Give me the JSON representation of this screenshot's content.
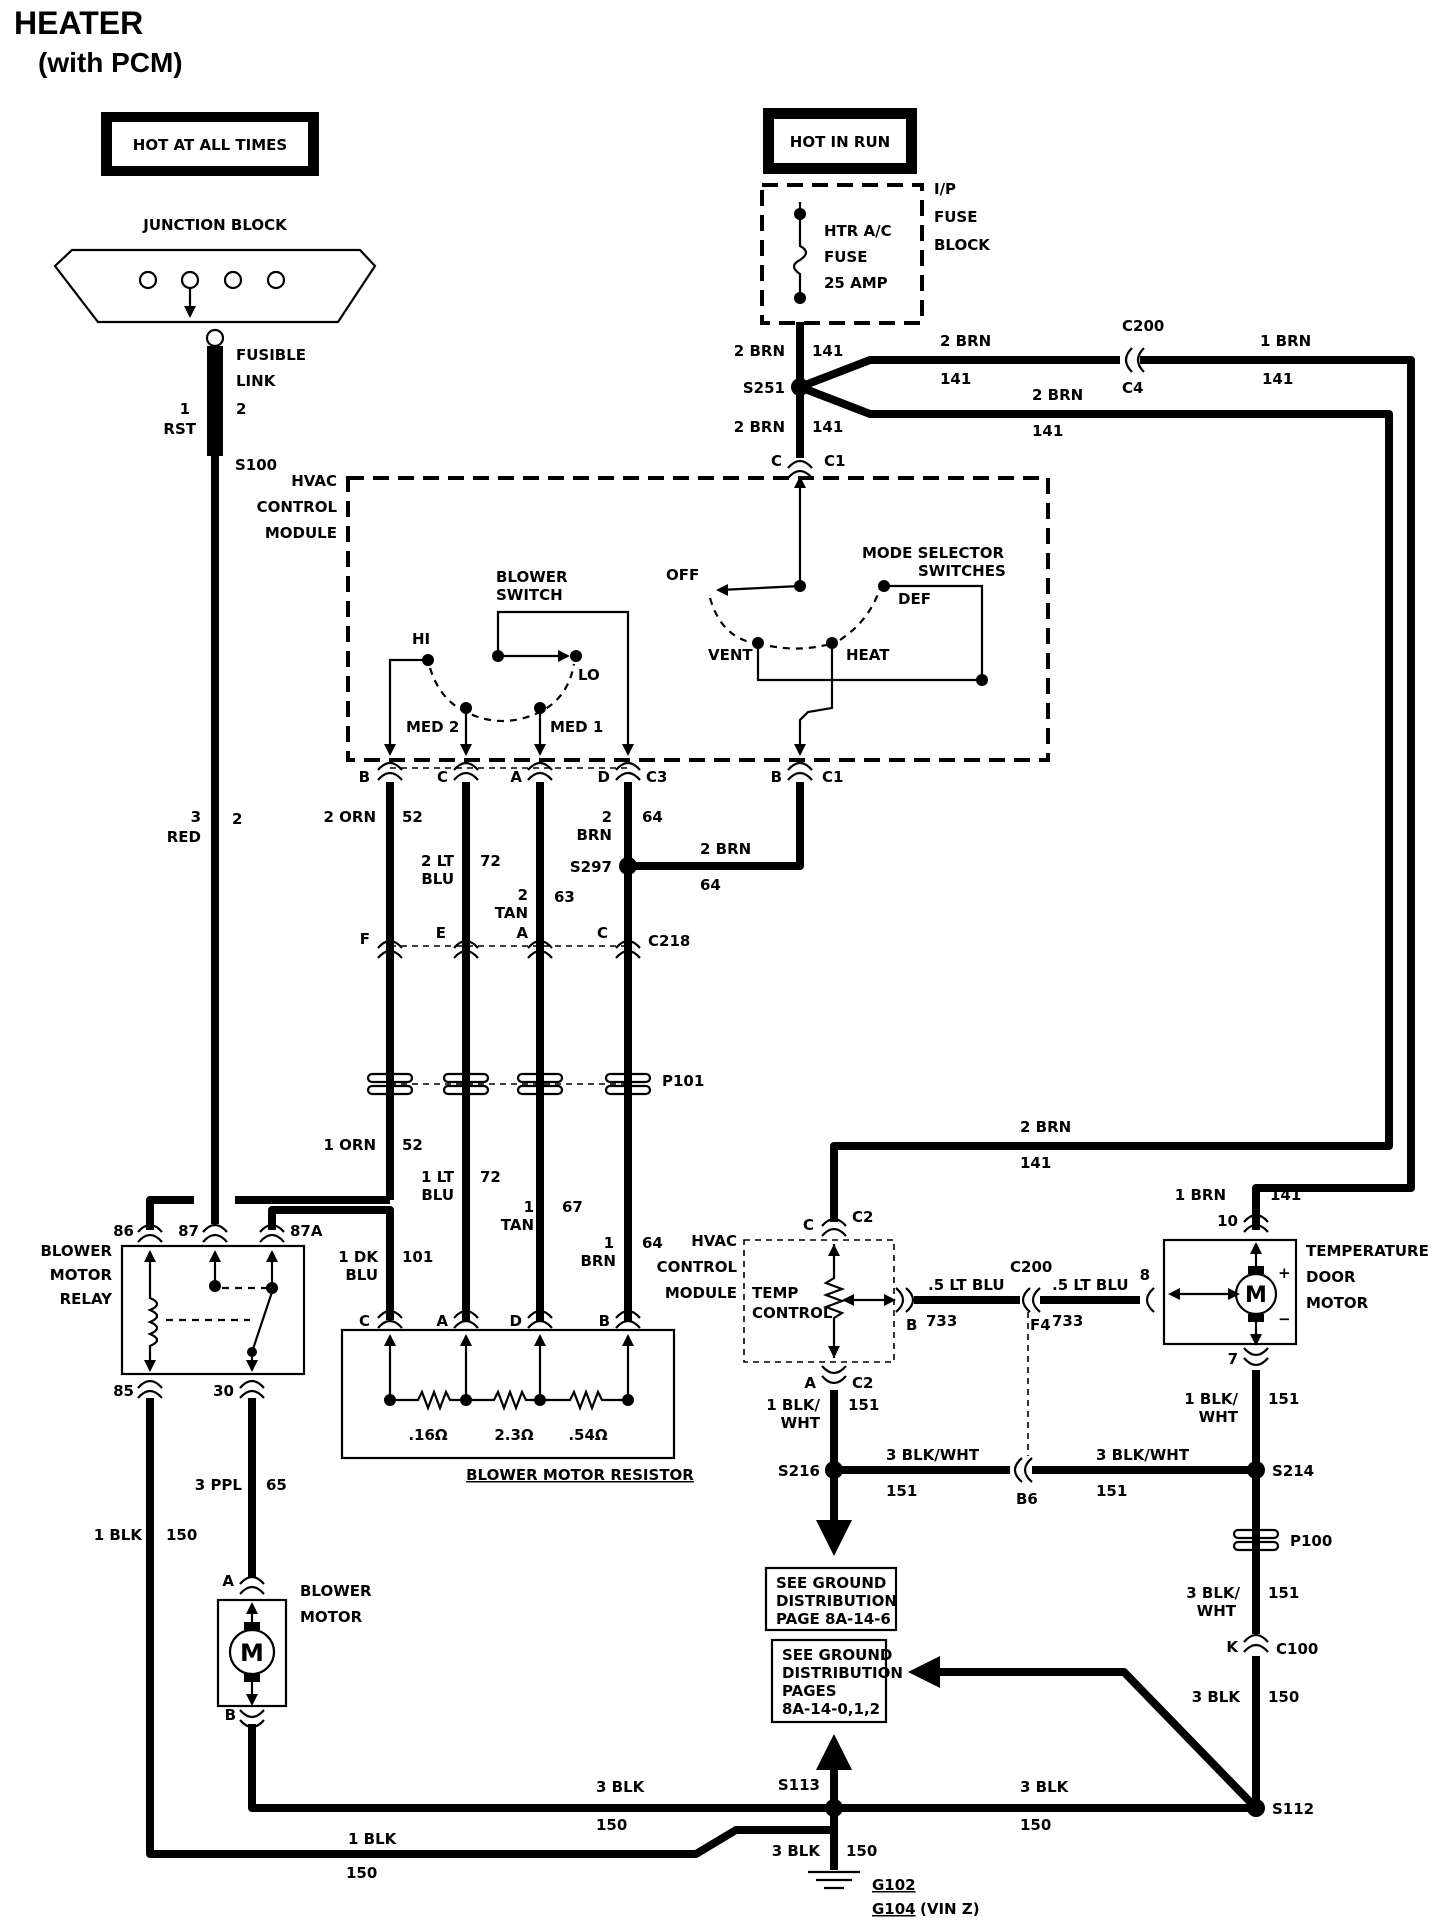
{
  "title": {
    "line1": "HEATER",
    "line2": "(with PCM)"
  },
  "power": {
    "hot_all_times": "HOT AT ALL TIMES",
    "hot_in_run": "HOT IN RUN"
  },
  "junction_block": "JUNCTION BLOCK",
  "fusible_link": [
    "FUSIBLE",
    "LINK"
  ],
  "fuse_block": {
    "label": [
      "I/P",
      "FUSE",
      "BLOCK"
    ],
    "fuse": [
      "HTR A/C",
      "FUSE",
      "25 AMP"
    ]
  },
  "splices": {
    "s100": "S100",
    "s251": "S251",
    "s297": "S297",
    "s216": "S216",
    "s214": "S214",
    "s113": "S113",
    "s112": "S112"
  },
  "connectors": {
    "c1": "C1",
    "c3": "C3",
    "c218": "C218",
    "p101": "P101",
    "c200": "C200",
    "c4": "C4",
    "c2": "C2",
    "f4": "F4",
    "b6": "B6",
    "p100": "P100",
    "c100": "C100"
  },
  "hvac_module": [
    "HVAC",
    "CONTROL",
    "MODULE"
  ],
  "blower_switch": {
    "title": [
      "BLOWER",
      "SWITCH"
    ],
    "positions": [
      "HI",
      "MED 2",
      "MED 1",
      "LO"
    ]
  },
  "mode_selector": {
    "title": [
      "MODE SELECTOR",
      "SWITCHES"
    ],
    "positions": [
      "OFF",
      "VENT",
      "HEAT",
      "DEF"
    ]
  },
  "blower_relay": {
    "title": [
      "BLOWER",
      "MOTOR",
      "RELAY"
    ],
    "pins": [
      "86",
      "87",
      "87A",
      "85",
      "30"
    ]
  },
  "blower_resistor": {
    "title": "BLOWER MOTOR RESISTOR",
    "values": [
      ".16Ω",
      "2.3Ω",
      ".54Ω"
    ]
  },
  "blower_motor": {
    "title": [
      "BLOWER",
      "MOTOR"
    ],
    "symbol": "M"
  },
  "temp_control": [
    "TEMP",
    "CONTROL"
  ],
  "temp_door_motor": {
    "title": [
      "TEMPERATURE",
      "DOOR",
      "MOTOR"
    ],
    "symbol": "M",
    "plus": "+",
    "minus": "−"
  },
  "ground_refs": {
    "page1": [
      "SEE GROUND",
      "DISTRIBUTION",
      "PAGE 8A-14-6"
    ],
    "page2": [
      "SEE GROUND",
      "DISTRIBUTION",
      "PAGES",
      "8A-14-0,1,2"
    ]
  },
  "grounds": {
    "g102": "G102",
    "g104": "G104",
    "vin": "(VIN Z)"
  },
  "pin_letters": {
    "c": "C",
    "b": "B",
    "a": "A",
    "d": "D",
    "f": "F",
    "e": "E",
    "k": "K",
    "n7": "7",
    "n8": "8",
    "n10": "10"
  },
  "wires": {
    "brn2": "2 BRN",
    "c141": "141",
    "brn1": "1 BRN",
    "rst1": [
      "1",
      "RST"
    ],
    "red3": [
      "3",
      "RED"
    ],
    "n2": "2",
    "orn2": "2 ORN",
    "c52": "52",
    "orn1": "1 ORN",
    "ltblu2": [
      "2 LT",
      "BLU"
    ],
    "c72": "72",
    "ltblu1": [
      "1 LT",
      "BLU"
    ],
    "tan2": [
      "2",
      "TAN"
    ],
    "c63": "63",
    "tan1": [
      "1",
      "TAN"
    ],
    "c67": "67",
    "brn2_64": [
      "2",
      "BRN"
    ],
    "c64": "64",
    "brn1_64": [
      "1",
      "BRN"
    ],
    "dkblu1": [
      "1 DK",
      "BLU"
    ],
    "c101": "101",
    "ltblu05": ".5 LT BLU",
    "c733": "733",
    "blkwht1": [
      "1 BLK/",
      "WHT"
    ],
    "blkwht3": "3 BLK/WHT",
    "blkwht3b": [
      "3 BLK/",
      "WHT"
    ],
    "c151": "151",
    "ppl3": "3 PPL",
    "c65": "65",
    "blk1": "1 BLK",
    "blk3": "3 BLK",
    "c150": "150"
  }
}
